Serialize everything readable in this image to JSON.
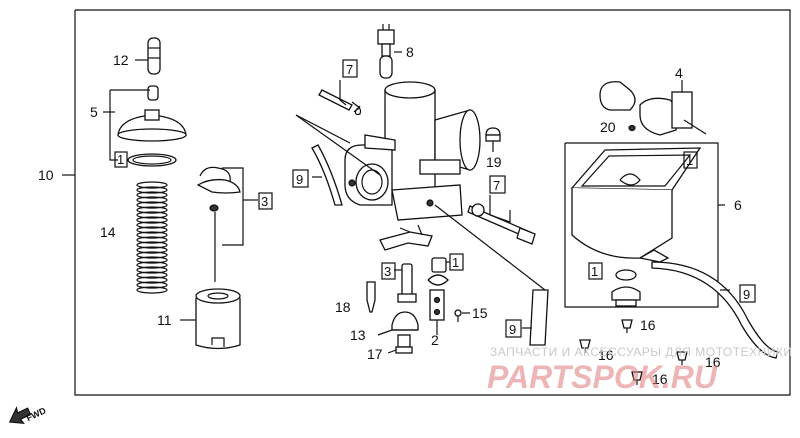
{
  "callouts": {
    "c1a": "1",
    "c1b": "1",
    "c1c": "1",
    "c1d": "1",
    "c2": "2",
    "c3a": "3",
    "c3b": "3",
    "c4": "4",
    "c5": "5",
    "c6": "6",
    "c7a": "7",
    "c7b": "7",
    "c8": "8",
    "c9a": "9",
    "c9b": "9",
    "c9c": "9",
    "c10": "10",
    "c11": "11",
    "c12": "12",
    "c13": "13",
    "c14": "14",
    "c15": "15",
    "c16a": "16",
    "c16b": "16",
    "c16c": "16",
    "c16d": "16",
    "c17": "17",
    "c18": "18",
    "c19": "19",
    "c20": "20"
  },
  "fwd_label": "FWD",
  "watermark": {
    "line1": "ЗАПЧАСТИ И АКСЕССУАРЫ ДЛЯ МОТОТЕХНИКИ",
    "line2": "PARTSPOK.RU"
  },
  "colors": {
    "ink": "#111111",
    "watermark_red": "#e07a7a",
    "watermark_grey": "#c9c9c9"
  }
}
